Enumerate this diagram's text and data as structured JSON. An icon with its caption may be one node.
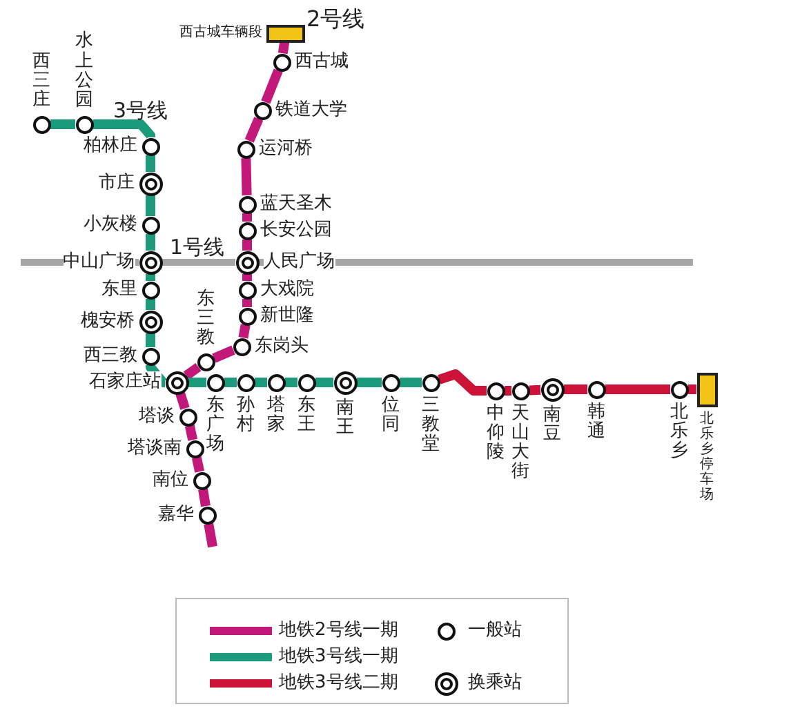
{
  "diagram": {
    "nodes": [
      {
        "text": [],
        "shape": "box",
        "beside": [
          "西古城车辆段"
        ]
      },
      {
        "text": [],
        "shape": "circle",
        "beside": [
          "西古城"
        ]
      },
      {
        "text": [],
        "shape": "circle",
        "beside": [
          "铁道大学"
        ]
      },
      {
        "text": [],
        "shape": "circle",
        "beside": [
          "运河桥"
        ]
      },
      {
        "text": [],
        "shape": "circle",
        "beside": [
          "蓝天圣木"
        ]
      },
      {
        "text": [],
        "shape": "circle",
        "beside": [
          "长安公园"
        ]
      },
      {
        "text": [],
        "shape": "double-circle",
        "beside": [
          "人民广场"
        ]
      },
      {
        "text": [],
        "shape": "circle",
        "beside": [
          "大戏院"
        ]
      },
      {
        "text": [],
        "shape": "circle",
        "beside": [
          "新世隆"
        ]
      },
      {
        "text": [],
        "shape": "circle",
        "beside": [
          "东岗头"
        ]
      },
      {
        "text": [],
        "shape": "circle",
        "beside": [
          "东三教"
        ]
      },
      {
        "text": [],
        "shape": "double-circle",
        "beside": [
          "石家庄站"
        ]
      },
      {
        "text": [],
        "shape": "circle",
        "beside": [
          "塔谈"
        ]
      },
      {
        "text": [],
        "shape": "circle",
        "beside": [
          "塔谈南"
        ]
      },
      {
        "text": [],
        "shape": "circle",
        "beside": [
          "南位"
        ]
      },
      {
        "text": [],
        "shape": "circle",
        "beside": [
          "嘉华"
        ]
      },
      {
        "text": [],
        "shape": "circle",
        "beside": [
          "西三庄"
        ]
      },
      {
        "text": [],
        "shape": "circle",
        "beside": [
          "水上公园"
        ]
      },
      {
        "text": [],
        "shape": "circle",
        "beside": [
          "柏林庄"
        ]
      },
      {
        "text": [],
        "shape": "double-circle",
        "beside": [
          "市庄"
        ]
      },
      {
        "text": [],
        "shape": "circle",
        "beside": [
          "小灰楼"
        ]
      },
      {
        "text": [],
        "shape": "double-circle",
        "beside": [
          "中山广场"
        ]
      },
      {
        "text": [],
        "shape": "circle",
        "beside": [
          "东里"
        ]
      },
      {
        "text": [],
        "shape": "double-circle",
        "beside": [
          "槐安桥"
        ]
      },
      {
        "text": [],
        "shape": "circle",
        "beside": [
          "西三教"
        ]
      },
      {
        "text": [],
        "shape": "circle",
        "beside": [
          "东广场"
        ]
      },
      {
        "text": [],
        "shape": "circle",
        "beside": [
          "孙村"
        ]
      },
      {
        "text": [],
        "shape": "circle",
        "beside": [
          "塔家"
        ]
      },
      {
        "text": [],
        "shape": "circle",
        "beside": [
          "东王"
        ]
      },
      {
        "text": [],
        "shape": "double-circle",
        "beside": [
          "南王"
        ]
      },
      {
        "text": [],
        "shape": "circle",
        "beside": [
          "位同"
        ]
      },
      {
        "text": [],
        "shape": "circle",
        "beside": [
          "三教堂"
        ]
      },
      {
        "text": [],
        "shape": "circle",
        "beside": [
          "中仰陵"
        ]
      },
      {
        "text": [],
        "shape": "circle",
        "beside": [
          "天山大街"
        ]
      },
      {
        "text": [],
        "shape": "double-circle",
        "beside": [
          "南豆"
        ]
      },
      {
        "text": [],
        "shape": "circle",
        "beside": [
          "韩通"
        ]
      },
      {
        "text": [],
        "shape": "circle",
        "beside": [
          "北乐乡"
        ]
      },
      {
        "text": [],
        "shape": "box",
        "beside": [
          "北乐乡停车场"
        ]
      }
    ],
    "edges": [
      {
        "from": null,
        "to": 21,
        "arrow": "none",
        "color": "#a6a6a6"
      },
      {
        "from": 21,
        "to": 6,
        "arrow": "none",
        "color": "#a6a6a6"
      },
      {
        "from": 6,
        "to": null,
        "arrow": "none",
        "color": "#a6a6a6"
      },
      {
        "from": 0,
        "to": 1,
        "arrow": "none",
        "color": "#c2187a"
      },
      {
        "from": 1,
        "to": 2,
        "arrow": "none",
        "color": "#c2187a"
      },
      {
        "from": 2,
        "to": 3,
        "arrow": "none",
        "color": "#c2187a"
      },
      {
        "from": 3,
        "to": 4,
        "arrow": "none",
        "color": "#c2187a"
      },
      {
        "from": 4,
        "to": 5,
        "arrow": "none",
        "color": "#c2187a"
      },
      {
        "from": 5,
        "to": 6,
        "arrow": "none",
        "color": "#c2187a"
      },
      {
        "from": 6,
        "to": 7,
        "arrow": "none",
        "color": "#c2187a"
      },
      {
        "from": 7,
        "to": 8,
        "arrow": "none",
        "color": "#c2187a"
      },
      {
        "from": 8,
        "to": 9,
        "arrow": "none",
        "color": "#c2187a"
      },
      {
        "from": 9,
        "to": 10,
        "arrow": "none",
        "color": "#c2187a"
      },
      {
        "from": 10,
        "to": 11,
        "arrow": "none",
        "color": "#c2187a"
      },
      {
        "from": 11,
        "to": 12,
        "arrow": "none",
        "color": "#c2187a"
      },
      {
        "from": 12,
        "to": 13,
        "arrow": "none",
        "color": "#c2187a"
      },
      {
        "from": 13,
        "to": 14,
        "arrow": "none",
        "color": "#c2187a"
      },
      {
        "from": 14,
        "to": 15,
        "arrow": "none",
        "color": "#c2187a"
      },
      {
        "from": 15,
        "to": null,
        "arrow": "none",
        "color": "#c2187a"
      },
      {
        "from": 16,
        "to": 17,
        "arrow": "none",
        "color": "#1b9a7c"
      },
      {
        "from": 17,
        "to": 18,
        "arrow": "none",
        "color": "#1b9a7c"
      },
      {
        "from": 18,
        "to": 19,
        "arrow": "none",
        "color": "#1b9a7c"
      },
      {
        "from": 19,
        "to": 20,
        "arrow": "none",
        "color": "#1b9a7c"
      },
      {
        "from": 20,
        "to": 21,
        "arrow": "none",
        "color": "#1b9a7c"
      },
      {
        "from": 21,
        "to": 22,
        "arrow": "none",
        "color": "#1b9a7c"
      },
      {
        "from": 22,
        "to": 23,
        "arrow": "none",
        "color": "#1b9a7c"
      },
      {
        "from": 23,
        "to": 24,
        "arrow": "none",
        "color": "#1b9a7c"
      },
      {
        "from": 24,
        "to": 11,
        "arrow": "none",
        "color": "#1b9a7c"
      },
      {
        "from": 11,
        "to": 25,
        "arrow": "none",
        "color": "#1b9a7c"
      },
      {
        "from": 25,
        "to": 26,
        "arrow": "none",
        "color": "#1b9a7c"
      },
      {
        "from": 26,
        "to": 27,
        "arrow": "none",
        "color": "#1b9a7c"
      },
      {
        "from": 27,
        "to": 28,
        "arrow": "none",
        "color": "#1b9a7c"
      },
      {
        "from": 28,
        "to": 29,
        "arrow": "none",
        "color": "#1b9a7c"
      },
      {
        "from": 29,
        "to": 30,
        "arrow": "none",
        "color": "#1b9a7c"
      },
      {
        "from": 30,
        "to": 31,
        "arrow": "none",
        "color": "#1b9a7c"
      },
      {
        "from": 31,
        "to": 32,
        "arrow": "none",
        "color": "#cc1236"
      },
      {
        "from": 32,
        "to": 33,
        "arrow": "none",
        "color": "#cc1236"
      },
      {
        "from": 33,
        "to": 34,
        "arrow": "none",
        "color": "#cc1236"
      },
      {
        "from": 34,
        "to": 35,
        "arrow": "none",
        "color": "#cc1236"
      },
      {
        "from": 35,
        "to": 36,
        "arrow": "none",
        "color": "#cc1236"
      },
      {
        "from": 36,
        "to": 37,
        "arrow": "none",
        "color": "#cc1236"
      }
    ],
    "labels": [
      "2号线",
      "3号线",
      "1号线"
    ],
    "legend": [
      {
        "text": "地铁2号线一期",
        "color": "#c2187a"
      },
      {
        "text": "地铁3号线一期",
        "color": "#1b9a7c"
      },
      {
        "text": "地铁3号线二期",
        "color": "#cc1236"
      },
      {
        "text": "一般站"
      },
      {
        "text": "换乘站"
      }
    ]
  }
}
